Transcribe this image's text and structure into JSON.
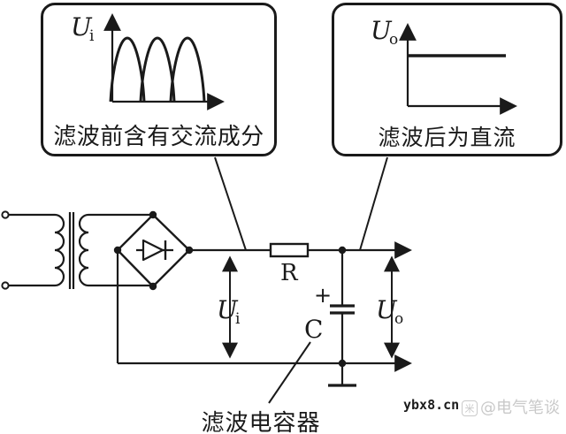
{
  "callouts": {
    "left": {
      "axis_label": {
        "base": "U",
        "sub": "i"
      },
      "caption": "滤波前含有交流成分",
      "waveform": "full-wave-rectified-sine-humps",
      "hump_count": 3
    },
    "right": {
      "axis_label": {
        "base": "U",
        "sub": "o"
      },
      "caption": "滤波后为直流",
      "waveform": "flat-dc-line"
    }
  },
  "circuit": {
    "resistor": {
      "label": "R"
    },
    "capacitor": {
      "label": "C",
      "polarity_sign": "+",
      "caption": "滤波电容器"
    },
    "input_voltage": {
      "base": "U",
      "sub": "i"
    },
    "output_voltage": {
      "base": "U",
      "sub": "o"
    }
  },
  "watermarks": {
    "site": "ybx8.cn",
    "credit_icon": "米",
    "credit": "@电气笔谈"
  },
  "colors": {
    "ink": "#1a1a1a",
    "background": "#ffffff",
    "watermark": "#c9c9c9"
  }
}
